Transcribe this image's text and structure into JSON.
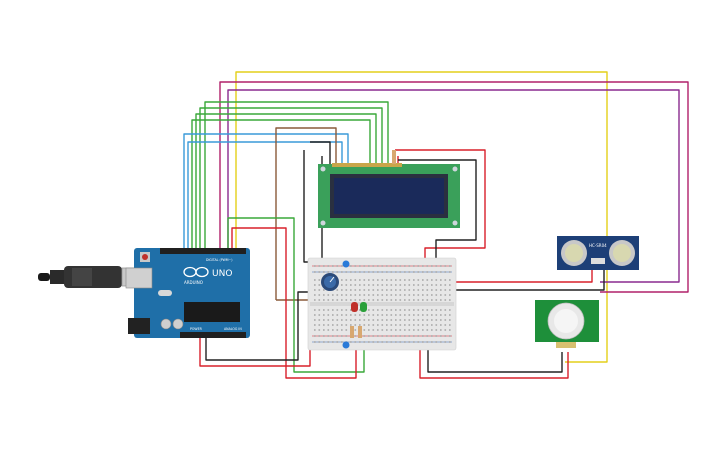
{
  "board": {
    "logo": "UNO",
    "brand": "ARDUINO",
    "header_digital": "DIGITAL (PWM~)",
    "header_power": "POWER",
    "header_analog": "ANALOG IN"
  },
  "ultrasonic": {
    "label": "HC-SR04"
  },
  "colors": {
    "board": "#1f6fa8",
    "lcd_pcb": "#3aa05a",
    "lcd_screen": "#1a2a5a",
    "breadboard": "#e7e7e7",
    "ultrasonic_pcb": "#1d3f77",
    "pir_pcb": "#1e8f3a",
    "wire_red": "#d8202a",
    "wire_black": "#222222",
    "wire_yellow": "#e4cf1a",
    "wire_purple": "#7a2a8f",
    "wire_magenta": "#b0206a",
    "wire_green": "#3aa83a",
    "wire_blue": "#3a9ad8",
    "wire_brown": "#8a5a3a"
  },
  "icons": {
    "usb_cable": "usb-cable-icon",
    "potentiometer": "potentiometer-icon",
    "pir_dome": "pir-dome-icon"
  }
}
